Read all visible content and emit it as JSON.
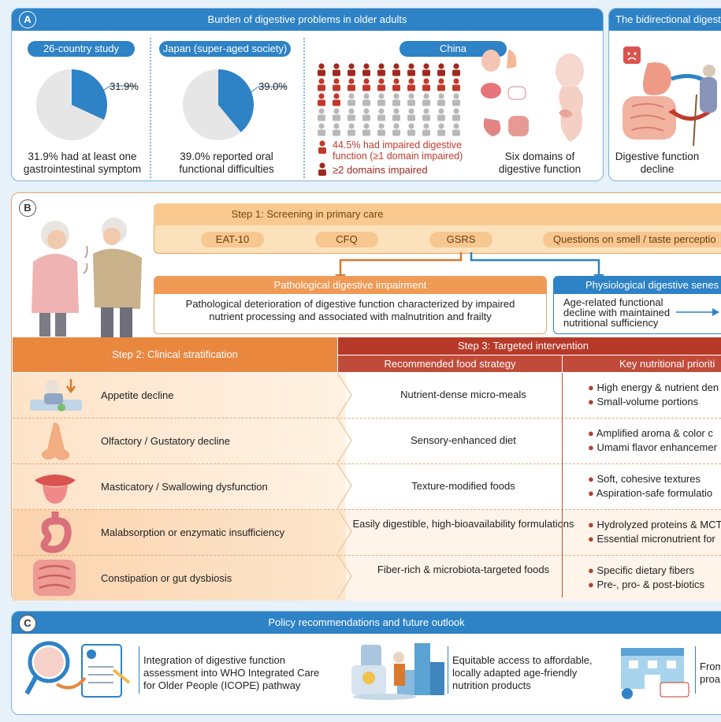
{
  "panelA": {
    "label": "A",
    "title": "Burden of digestive problems in older adults",
    "right_title": "The bidirectional digesti",
    "study1": {
      "pill": "26-country study",
      "pct_label": "31.9%",
      "percent": 31.9,
      "caption": "31.9% had at least one gastrointestinal symptom"
    },
    "study2": {
      "pill": "Japan (super-aged society)",
      "pct_label": "39.0%",
      "percent": 39.0,
      "caption": "39.0% reported oral functional difficulties"
    },
    "china": {
      "pill": "China",
      "legend1": "44.5% had impaired digestive function (≥1 domain impaired)",
      "legend2": "≥2 domains impaired",
      "domains_caption": "Six domains of digestive function"
    },
    "right_caption": "Digestive function decline",
    "colors": {
      "blue": "#2e82c6",
      "red": "#c0392b",
      "grey": "#b8b8b8"
    }
  },
  "panelB": {
    "label": "B",
    "step1_title": "Step 1: Screening in primary care",
    "tools": [
      "EAT-10",
      "CFQ",
      "GSRS",
      "Questions on smell / taste perceptio"
    ],
    "path_title": "Pathological digestive impairment",
    "path_desc": "Pathological deterioration of digestive function characterized by impaired nutrient processing and associated with malnutrition and frailty",
    "phys_title": "Physiological digestive senes",
    "phys_desc": "Age-related functional decline with maintained nutritional sufficiency",
    "step2_title": "Step 2: Clinical stratification",
    "step3_title": "Step 3: Targeted intervention",
    "col_food": "Recommended food strategy",
    "col_nut": "Key nutritional prioriti",
    "rows": [
      {
        "label": "Appetite decline",
        "food": "Nutrient-dense micro-meals",
        "n1": "High energy & nutrient den",
        "n2": "Small-volume portions"
      },
      {
        "label": "Olfactory / Gustatory decline",
        "food": "Sensory-enhanced diet",
        "n1": "Amplified aroma & color c",
        "n2": "Umami flavor enhancemer"
      },
      {
        "label": "Masticatory / Swallowing dysfunction",
        "food": "Texture-modified foods",
        "n1": "Soft, cohesive textures",
        "n2": "Aspiration-safe formulatio"
      },
      {
        "label": "Malabsorption or enzymatic insufficiency",
        "food": "Easily digestible, high-bioavailability formulations",
        "n1": "Hydrolyzed proteins & MCT",
        "n2": "Essential micronutrient for"
      },
      {
        "label": "Constipation or gut dysbiosis",
        "food": "Fiber-rich & microbiota-targeted foods",
        "n1": "Specific dietary fibers",
        "n2": "Pre-, pro- & post-biotics"
      }
    ]
  },
  "panelC": {
    "label": "C",
    "title": "Policy recommendations and future outlook",
    "items": [
      "Integration of digestive function assessment into WHO Integrated Care for Older People (ICOPE) pathway",
      "Equitable access to affordable, locally adapted age-friendly nutrition products",
      "From proa"
    ]
  }
}
